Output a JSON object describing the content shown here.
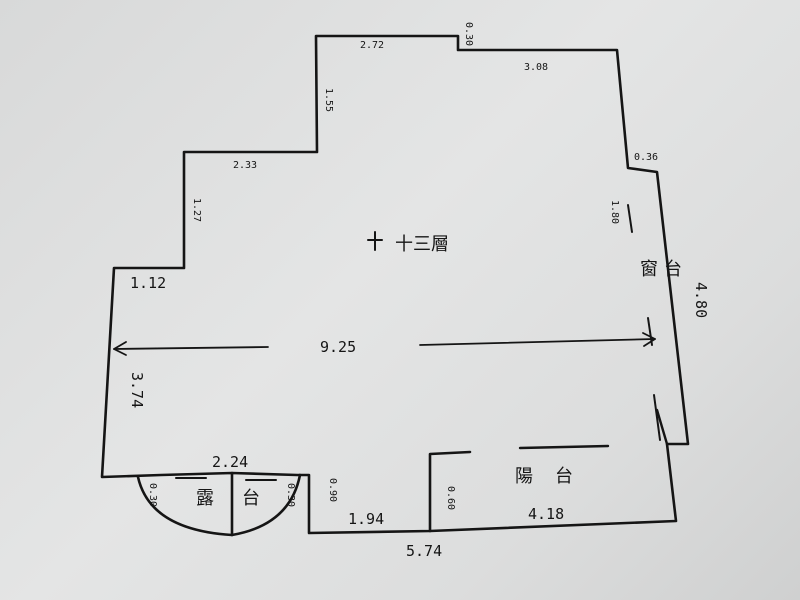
{
  "floor_plan": {
    "floor_label": "十三層",
    "balcony_label": "陽台",
    "small_balcony_label": "露台",
    "window_label": "窗台"
  },
  "dimensions": {
    "top_mid": "2.72",
    "top_notch": "0.30",
    "top_right": "3.08",
    "step_upper": "1.55",
    "step_mid_h": "2.33",
    "step_mid_v": "1.27",
    "left_top": "1.12",
    "width_total": "9.25",
    "left_lower": "3.74",
    "bay_width": "2.24",
    "right_notch": "0.36",
    "window_dim": "1.80",
    "right_height": "4.80",
    "bottom_notch": "0.90",
    "bottom_mid": "1.94",
    "balcony_width": "4.18",
    "balcony_small": "0.60",
    "bottom_total": "5.74",
    "bay_small_left": "0.30",
    "bay_small_right": "0.30"
  }
}
